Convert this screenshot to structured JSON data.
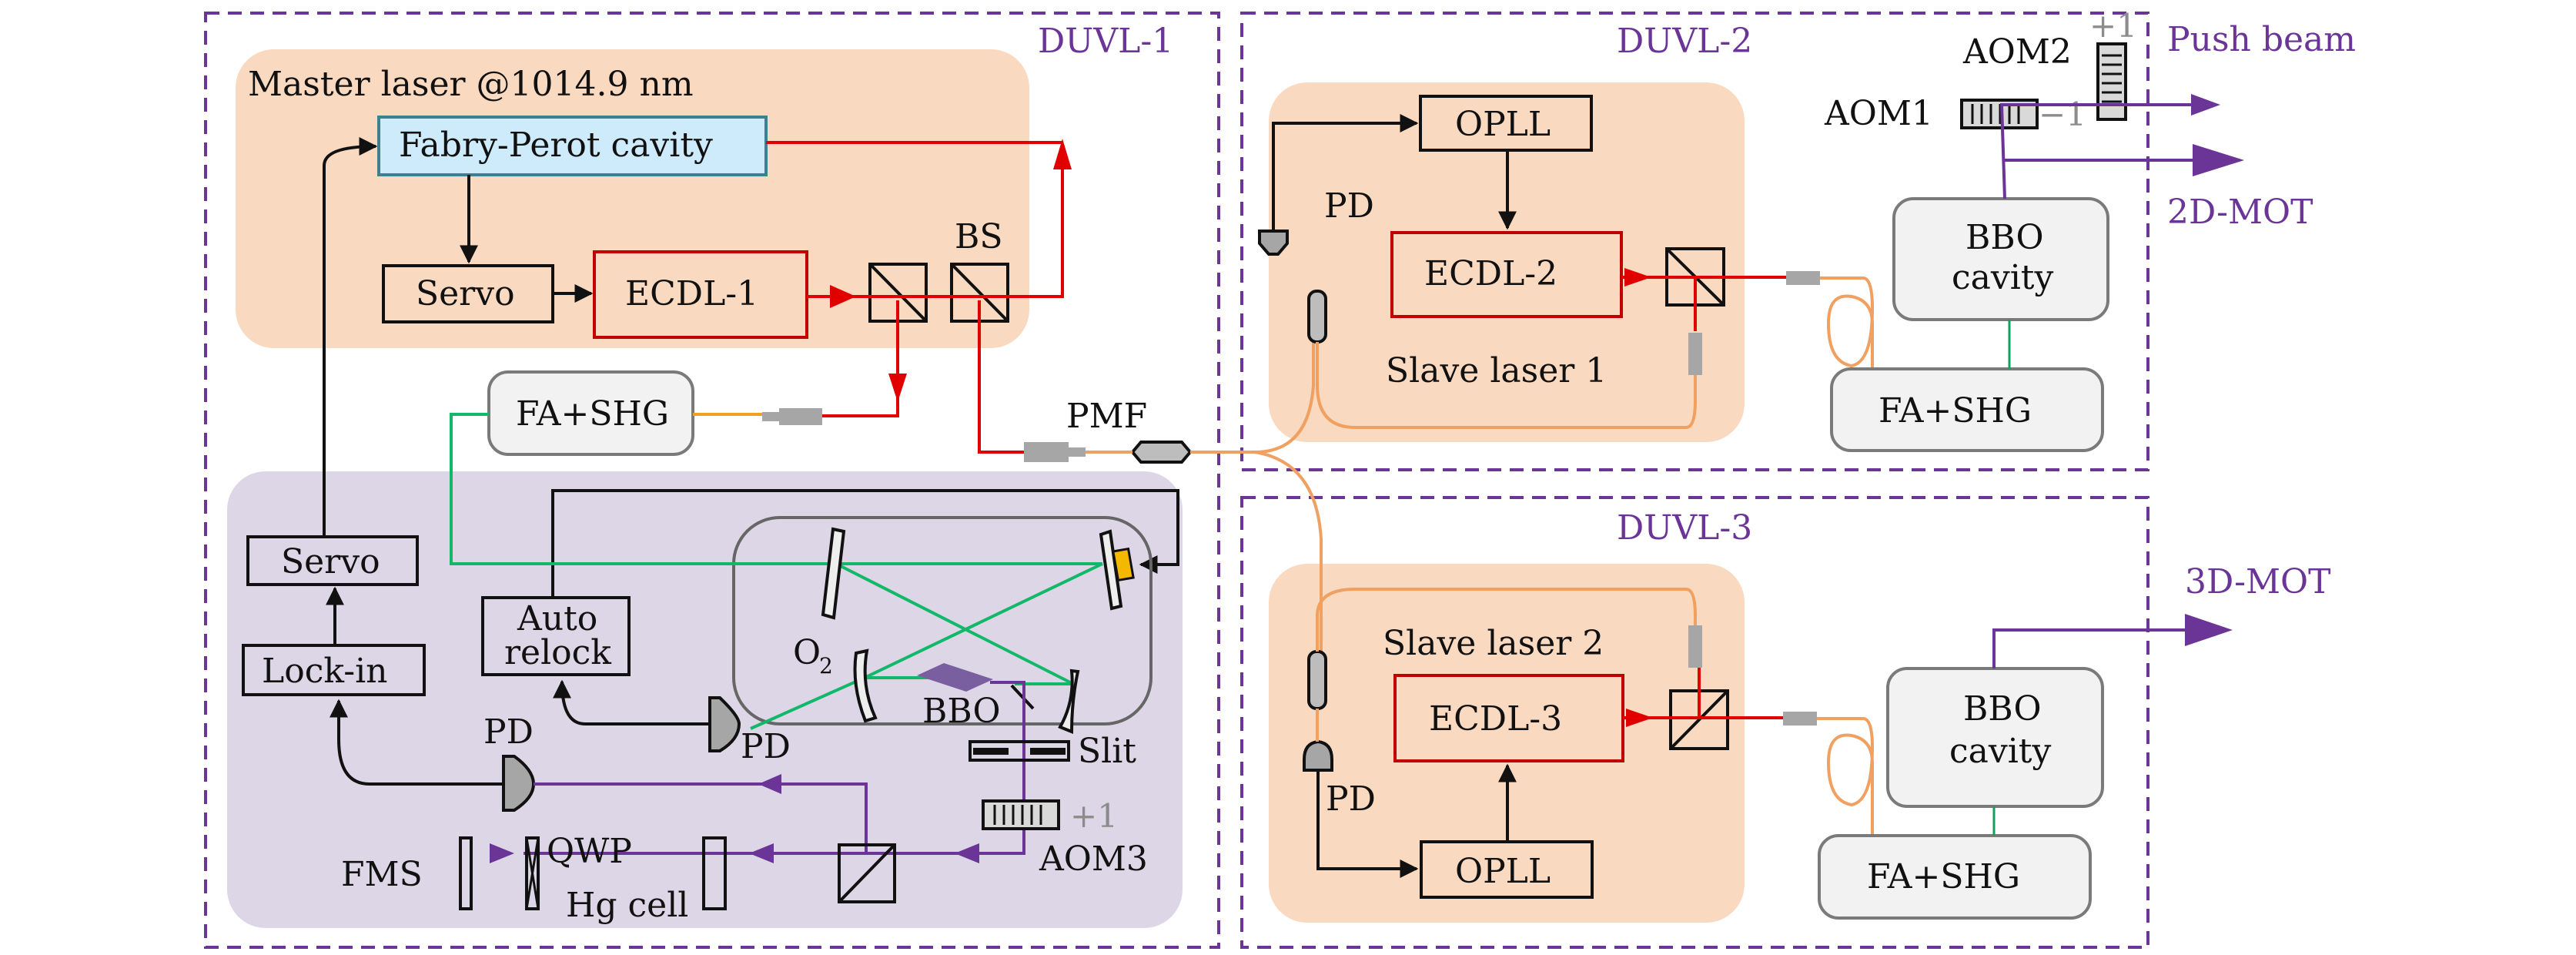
{
  "figure": {
    "sections": [
      {
        "id": "duvl-1",
        "label": "DUVL-1"
      },
      {
        "id": "duvl-2",
        "label": "DUVL-2"
      },
      {
        "id": "duvl-3",
        "label": "DUVL-3"
      }
    ],
    "master": {
      "title": "Master laser @1014.9 nm",
      "fp_cavity": "Fabry-Perot cavity",
      "servo": "Servo",
      "ecdl": "ECDL-1",
      "bs": "BS"
    },
    "shg1": {
      "label": "FA+SHG"
    },
    "pmf": {
      "label": "PMF"
    },
    "lock": {
      "servo": "Servo",
      "lockin": "Lock-in",
      "autorelock_line1": "Auto",
      "autorelock_line2": "relock",
      "pd1": "PD",
      "pd2": "PD",
      "o2": "O",
      "o2_sub": "2",
      "bbo": "BBO",
      "slit": "Slit",
      "aom3": "AOM3",
      "aom3_order": "+1",
      "fms": "FMS",
      "qwp": "QWP",
      "hg_cell": "Hg cell"
    },
    "slave1": {
      "title": "Slave laser 1",
      "opll": "OPLL",
      "ecdl": "ECDL-2",
      "pd": "PD",
      "bbo_line1": "BBO",
      "bbo_line2": "cavity",
      "shg": "FA+SHG",
      "aom1": "AOM1",
      "aom1_order": "−1",
      "aom2": "AOM2",
      "aom2_order": "+1"
    },
    "slave2": {
      "title": "Slave laser 2",
      "opll": "OPLL",
      "ecdl": "ECDL-3",
      "pd": "PD",
      "bbo_line1": "BBO",
      "bbo_line2": "cavity",
      "shg": "FA+SHG"
    },
    "outputs": {
      "push": "Push beam",
      "mot2d": "2D-MOT",
      "mot3d": "3D-MOT"
    },
    "colors": {
      "section_border": "#6b3598",
      "laser_panel": "#f9d9bf",
      "lock_panel": "#ddd6e6",
      "fp_fill": "#cdebfb",
      "ir_beam": "#e00000",
      "green_beam": "#12b86a",
      "uv_beam": "#6b3598",
      "fiber": "#f0a060"
    }
  }
}
